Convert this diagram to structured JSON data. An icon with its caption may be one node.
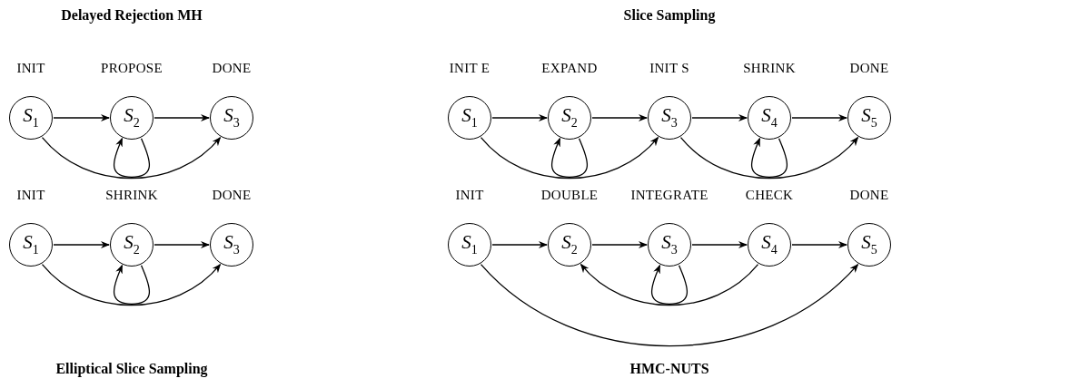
{
  "diagram": {
    "nodes": [
      {
        "text": [
          "INIT",
          "*S*$_{1}$"
        ]
      },
      {
        "text": [
          "PROPOSE",
          "*S*$_{2}$"
        ]
      },
      {
        "text": [
          "DONE",
          "*S*$_{3}$"
        ]
      },
      {
        "text": [
          "INIT E",
          "*S*$_{1}$"
        ]
      },
      {
        "text": [
          "EXPAND",
          "*S*$_{2}$"
        ]
      },
      {
        "text": [
          "INIT S",
          "*S*$_{3}$"
        ]
      },
      {
        "text": [
          "SHRINK",
          "*S*$_{4}$"
        ]
      },
      {
        "text": [
          "DONE",
          "*S*$_{5}$"
        ]
      },
      {
        "text": [
          "INIT",
          "*S*$_{1}$"
        ]
      },
      {
        "text": [
          "SHRINK",
          "*S*$_{2}$"
        ]
      },
      {
        "text": [
          "DONE",
          "*S*$_{3}$"
        ]
      },
      {
        "text": [
          "INIT",
          "*S*$_{1}$"
        ]
      },
      {
        "text": [
          "DOUBLE",
          "*S*$_{2}$"
        ]
      },
      {
        "text": [
          "INTEGRATE",
          "*S*$_{3}$"
        ]
      },
      {
        "text": [
          "CHECK",
          "*S*$_{4}$"
        ]
      },
      {
        "text": [
          "DONE",
          "*S*$_{5}$"
        ]
      }
    ],
    "edges": [
      {
        "from": 0,
        "to": 1,
        "arrow": "to"
      },
      {
        "from": 1,
        "to": 2,
        "arrow": "to"
      },
      {
        "from": 1,
        "to": 1,
        "arrow": "to"
      },
      {
        "from": 0,
        "to": 2,
        "arrow": "to"
      },
      {
        "from": 3,
        "to": 4,
        "arrow": "to"
      },
      {
        "from": 4,
        "to": 5,
        "arrow": "to"
      },
      {
        "from": 5,
        "to": 6,
        "arrow": "to"
      },
      {
        "from": 6,
        "to": 7,
        "arrow": "to"
      },
      {
        "from": 4,
        "to": 4,
        "arrow": "to"
      },
      {
        "from": 3,
        "to": 5,
        "arrow": "to"
      },
      {
        "from": 6,
        "to": 6,
        "arrow": "to"
      },
      {
        "from": 5,
        "to": 7,
        "arrow": "to"
      },
      {
        "from": 8,
        "to": 9,
        "arrow": "to"
      },
      {
        "from": 9,
        "to": 10,
        "arrow": "to"
      },
      {
        "from": 9,
        "to": 9,
        "arrow": "to"
      },
      {
        "from": 8,
        "to": 10,
        "arrow": "to"
      },
      {
        "from": 11,
        "to": 12,
        "arrow": "to"
      },
      {
        "from": 12,
        "to": 13,
        "arrow": "to"
      },
      {
        "from": 13,
        "to": 14,
        "arrow": "to"
      },
      {
        "from": 14,
        "to": 15,
        "arrow": "to"
      },
      {
        "from": 14,
        "to": 12,
        "arrow": "to"
      },
      {
        "from": 13,
        "to": 13,
        "arrow": "to"
      },
      {
        "from": 11,
        "to": 15,
        "arrow": "to"
      }
    ],
    "labels": [
      "Delayed Rejection MH",
      "Slice Sampling",
      "Elliptical Slice Sampling",
      "HMC-NUTS"
    ]
  }
}
